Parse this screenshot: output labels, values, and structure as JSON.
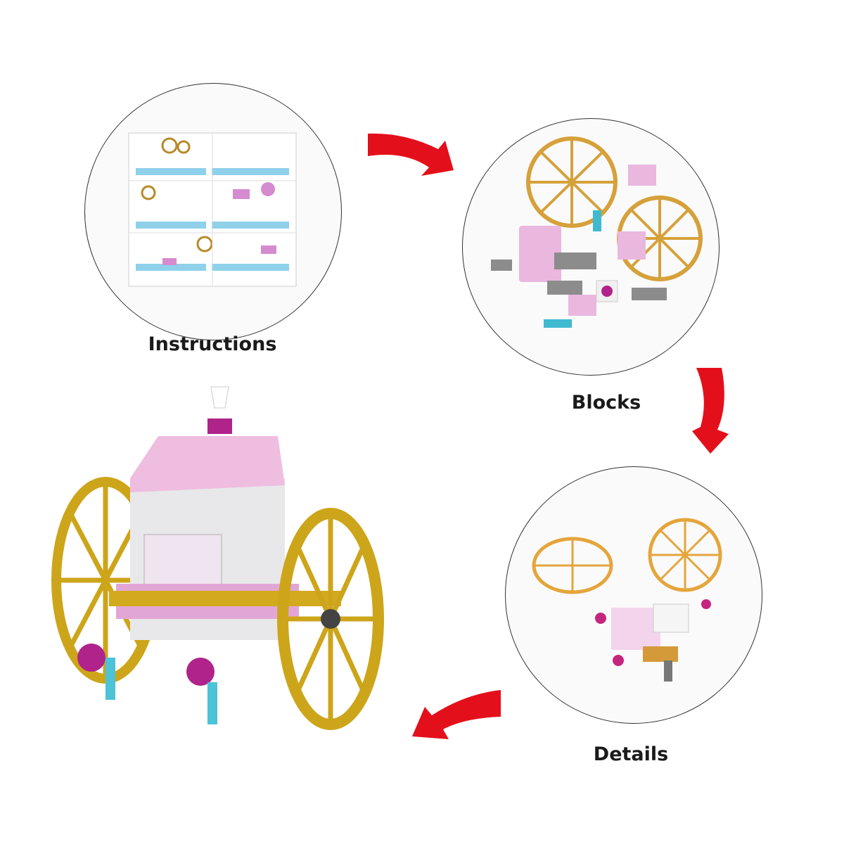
{
  "steps": [
    {
      "label": "Instructions"
    },
    {
      "label": "Blocks"
    },
    {
      "label": "Details"
    }
  ],
  "icons": [
    "arrow-right-icon",
    "arrow-down-icon",
    "arrow-left-icon"
  ],
  "colors": {
    "arrow": "#e3101b",
    "gold": "#d4a514",
    "pink": "#e9b6dc",
    "magenta": "#b0238a",
    "teal": "#4cc3d6",
    "gray": "#9a9a9a"
  }
}
